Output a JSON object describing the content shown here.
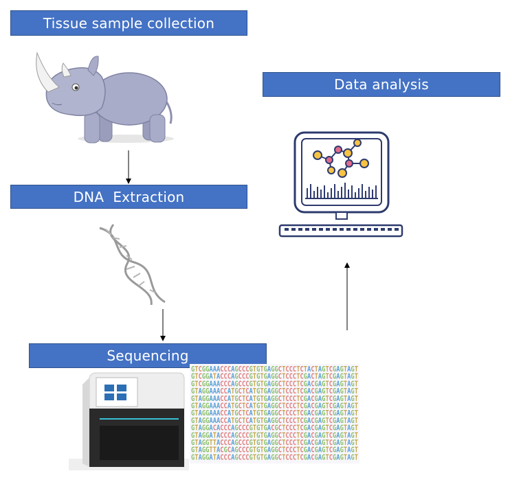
{
  "steps": {
    "tissue": "Tissue sample collection",
    "dna": "DNA  Extraction",
    "sequencing": "Sequencing",
    "analysis": "Data analysis"
  },
  "sequences": [
    "GTCGGAAACCCAGCCCGTGTGAGGCTCCCTCTACTAGTCGAGTAGT",
    "GTCGGATACCCAGCCCGTGTGAGGCTCCCTCGACTAGTCGAGTAGT",
    "GTCGGAAACCCAGCCCGTGTGAGGCTCCCTCGACGAGTCGAGTAGT",
    "GTAGGAAACCATGCTCATGTGAGGCTCCCTCGACGAGTCGAGTAGT",
    "GTAGGAAACCATGCTCATGTGAGGCTCCCTCGACGAGTCGAGTAGT",
    "GTAGGAAACCATGCTCATGTGAGGCTCCCTCGACGAGTCGAGTAGT",
    "GTAGGAAACCATGCTCATGTGAGGCTCCCTCGACGAGTCGAGTAGT",
    "GTAGGAAACCATGCTCATGTGAGGCTCCCTCGACGAGTCGAGTAGT",
    "GTAGGACACCCAGCCCGTGTGACGCTCCCTCGACGAGTCGAGTAGT",
    "GTAGGATACCCAGCCCGTGTGAGGCTCCCTCGACGAGTCGAGTAGT",
    "GTAGGTTACCCAGCCCGTGTGAGGCTCCCTCGACGAGTCGAGTAGT",
    "GTAGGTTACGCAGCCCGTGTGAGGCTCCCTCGACGAGTCGAGTAGT",
    "GTAGGATACCCAGCCCGTGTGAGGCTCCCTCGACGAGTCGAGTAGT"
  ],
  "colors": {
    "box": "#4472c4",
    "box_border": "#2f528f",
    "rhino": "#a9acc8",
    "monitor": "#2d3a6e"
  }
}
